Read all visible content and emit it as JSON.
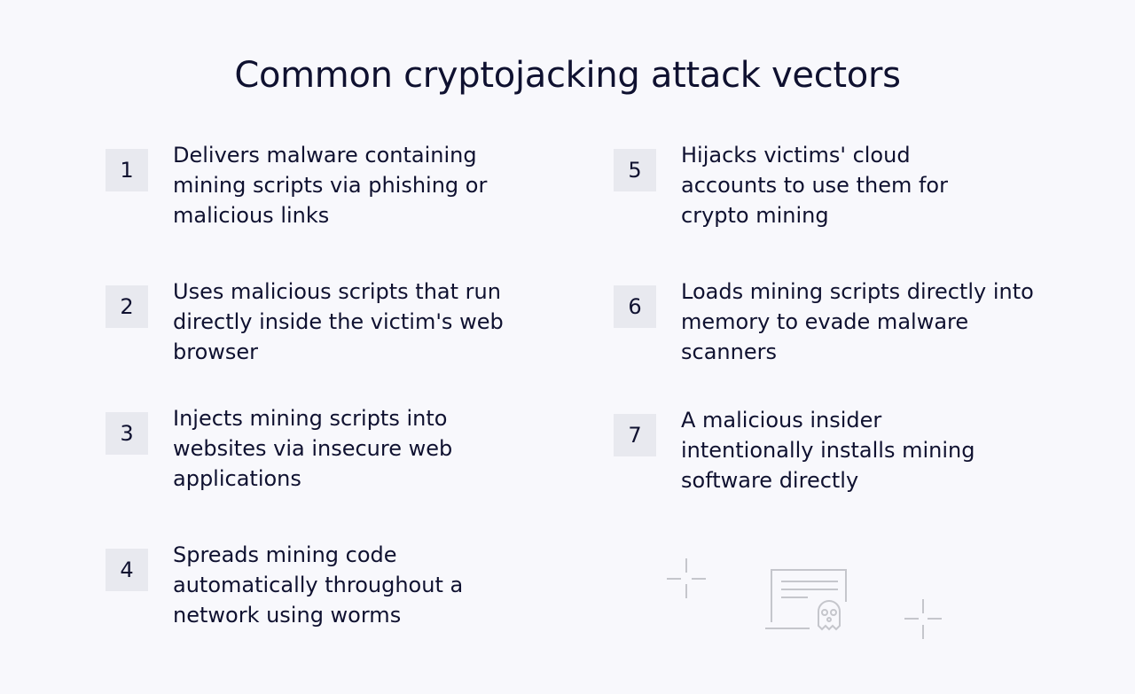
{
  "title": "Common cryptojacking attack vectors",
  "items": [
    {
      "number": "1",
      "text": "Delivers malware containing mining scripts via phishing or malicious links"
    },
    {
      "number": "2",
      "text": "Uses malicious scripts that run directly inside the victim's web browser"
    },
    {
      "number": "3",
      "text": "Injects mining scripts into websites via insecure web applications"
    },
    {
      "number": "4",
      "text": "Spreads mining code automatically throughout a network using worms"
    },
    {
      "number": "5",
      "text": "Hijacks victims' cloud accounts to use them for crypto mining"
    },
    {
      "number": "6",
      "text": "Loads mining scripts directly into memory to evade malware scanners"
    },
    {
      "number": "7",
      "text": "A malicious insider intentionally installs mining software directly"
    }
  ],
  "illustration": {
    "icon": "document-skull-icon",
    "decoration": "sparkle-icon"
  }
}
